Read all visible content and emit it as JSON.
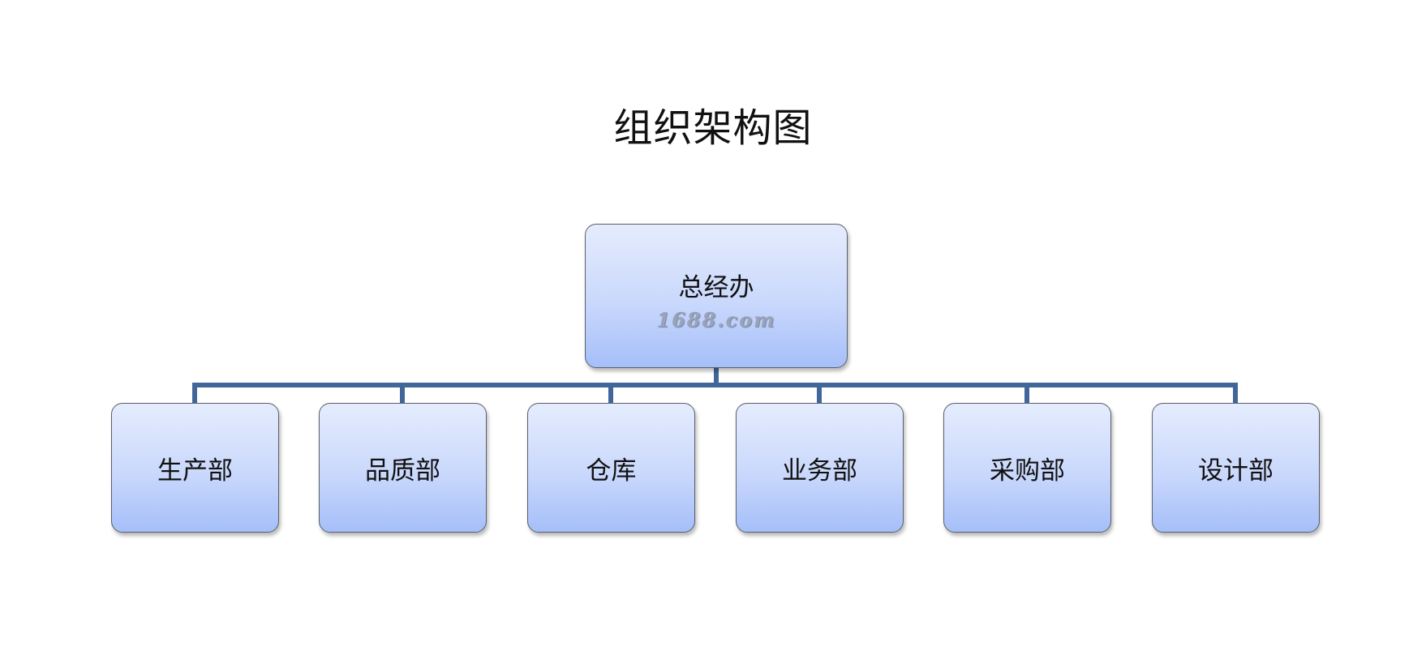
{
  "title": "组织架构图",
  "root": {
    "label": "总经办",
    "watermark": "1688.com"
  },
  "departments": [
    {
      "label": "生产部"
    },
    {
      "label": "品质部"
    },
    {
      "label": "仓库"
    },
    {
      "label": "业务部"
    },
    {
      "label": "采购部"
    },
    {
      "label": "设计部"
    }
  ],
  "colors": {
    "connector": "#41679a",
    "box_top": "#e5ecfd",
    "box_bottom": "#a5bff9",
    "box_border": "#5a5f6a"
  }
}
